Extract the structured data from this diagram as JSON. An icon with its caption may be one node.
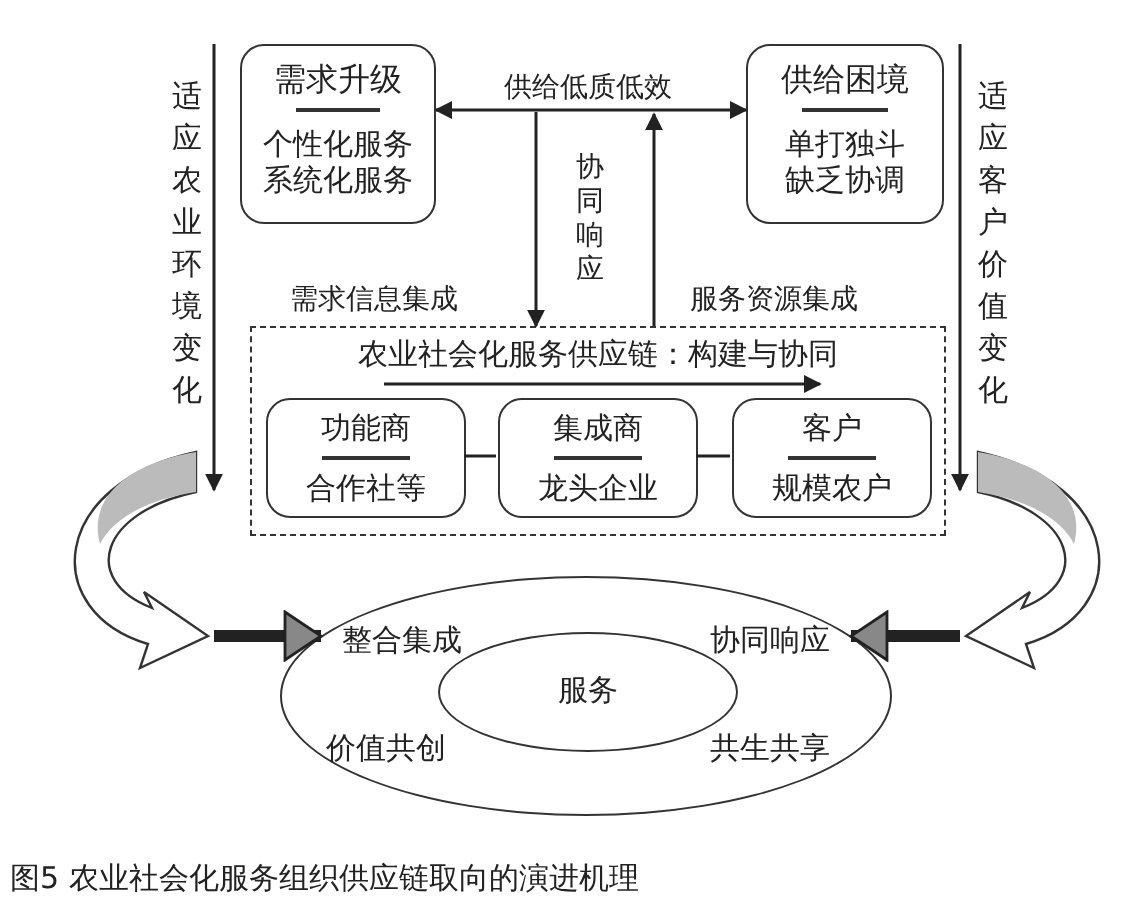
{
  "diagram": {
    "caption": "图5 农业社会化服务组织供应链取向的演进机理",
    "nodes": [
      {
        "text": [
          "需求升级",
          "个性化服务系统化服务"
        ]
      },
      {
        "text": [
          "供给困境",
          "单打独斗缺乏协调"
        ]
      },
      {
        "text": [
          "农业社会化服务供应链：构建与协同"
        ]
      },
      {
        "text": [
          "功能商",
          "合作社等"
        ],
        "in": 2
      },
      {
        "text": [
          "集成商",
          "龙头企业"
        ],
        "in": 2
      },
      {
        "text": [
          "客户",
          "规模农户"
        ],
        "in": 2
      },
      {
        "text": [
          "整合集成",
          "协同响应",
          "价值共创",
          "共生共享"
        ]
      },
      {
        "text": [
          "服务"
        ],
        "in": 6
      }
    ],
    "edges": [
      {
        "from": 0,
        "to": 1,
        "arrow": "both",
        "label": "供给低质低效"
      },
      {
        "from": null,
        "to": 2,
        "arrow": "to",
        "label": "需求信息集成"
      },
      {
        "from": 2,
        "to": null,
        "arrow": "to",
        "label": "服务资源集成"
      },
      {
        "from": 3,
        "to": 4,
        "arrow": "none"
      },
      {
        "from": 4,
        "to": 5,
        "arrow": "none"
      },
      {
        "from": 3,
        "to": 5,
        "arrow": "to"
      },
      {
        "from": null,
        "to": 6,
        "arrow": "to",
        "style": "thick"
      },
      {
        "from": null,
        "to": 6,
        "arrow": "to",
        "style": "thick"
      }
    ],
    "labels": [
      "适应农业环境变化",
      "协同响应",
      "适应客户价值变化"
    ]
  }
}
